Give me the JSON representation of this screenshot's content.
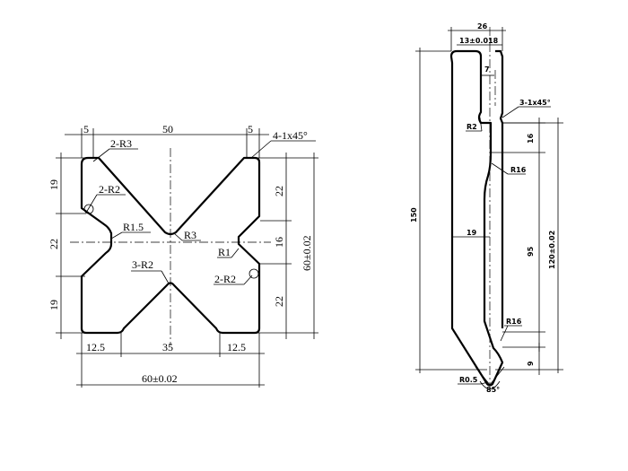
{
  "left_view": {
    "top_dims": [
      "5",
      "50",
      "5"
    ],
    "chamfer_note": "4-1x45°",
    "left_dims": [
      "19",
      "22",
      "19"
    ],
    "right_dims": [
      "22",
      "16",
      "22"
    ],
    "overall_height": "60±0.02",
    "bottom_dims": [
      "12.5",
      "35",
      "12.5"
    ],
    "overall_width": "60±0.02",
    "notes": {
      "r3_top": "2-R3",
      "r2_upper": "2-R2",
      "r15": "R1.5",
      "r3_center": "R3",
      "r1": "R1",
      "r2_lower": "3-R2",
      "r2_right": "2-R2"
    }
  },
  "right_view": {
    "top_width": "26",
    "slot_width": "13±0.018",
    "slot_offset": "7",
    "chamfer_note": "3-1x45°",
    "r2": "R2",
    "dim16": "16",
    "r16_upper": "R16",
    "height_total": "150",
    "width_19": "19",
    "dim95": "95",
    "height_120": "120±0.02",
    "r16_lower": "R16",
    "dim9": "9",
    "tip_radius": "R0.5",
    "tip_angle": "85°"
  }
}
